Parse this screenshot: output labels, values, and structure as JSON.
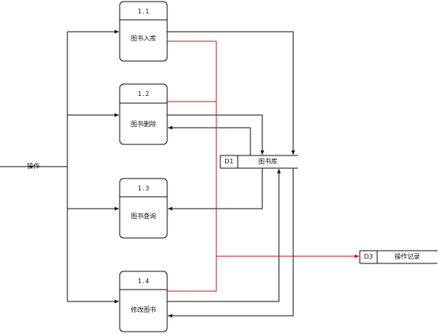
{
  "input_label": "操作",
  "processes": [
    {
      "id": "1.1",
      "name": "图书入库"
    },
    {
      "id": "1.2",
      "name": "图书删除"
    },
    {
      "id": "1.3",
      "name": "图书查询"
    },
    {
      "id": "1.4",
      "name": "修改图书"
    }
  ],
  "stores": [
    {
      "id": "D1",
      "name": "图书库"
    },
    {
      "id": "D3",
      "name": "操作记录"
    }
  ],
  "colors": {
    "line": "#111111",
    "log_flow": "#d01010",
    "box": "#111111"
  }
}
